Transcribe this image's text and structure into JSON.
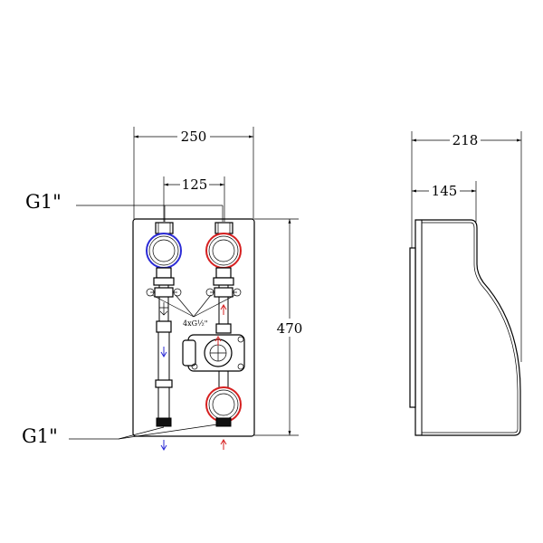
{
  "labels": {
    "thread_top": "G1\"",
    "thread_bottom": "G1\"",
    "ports": "4xG½\""
  },
  "dimensions": {
    "front_width": "250",
    "pipe_spacing": "125",
    "front_height": "470",
    "side_depth": "218",
    "side_upper_depth": "145"
  },
  "colors": {
    "cold": "#2b2bd6",
    "hot": "#d62020",
    "line": "#000000"
  }
}
